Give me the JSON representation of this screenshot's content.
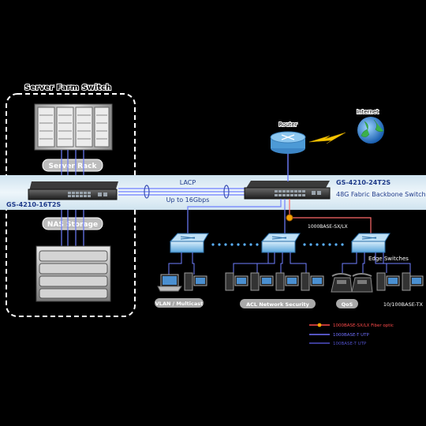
{
  "diagram": {
    "server_farm_title": "Server Farm Switch",
    "server_rack_label": "Server Rack",
    "nas_storage_label": "NAS Storage",
    "left_switch_model": "GS-4210-16T2S",
    "right_switch_model": "GS-4210-24T2S",
    "right_switch_desc": "48G Fabric Backbone Switch",
    "lacp_label": "LACP",
    "lacp_speed": "Up to 16Gbps",
    "router_label": "Router",
    "internet_label": "Internet",
    "fiber_label": "1000BASE-SX/LX",
    "edge_switches_label": "Edge Switches",
    "groups": [
      {
        "label": "VLAN / Multicast"
      },
      {
        "label": "ACL Network Security"
      },
      {
        "label": "QoS"
      },
      {
        "label": "10/100BASE-TX"
      }
    ],
    "legend": [
      {
        "label": "1000BASE-SX/LX Fiber optic",
        "color": "#ff4b4b"
      },
      {
        "label": "1000BASE-T UTP",
        "color": "#7070ff"
      },
      {
        "label": "100BASE-T UTP",
        "color": "#5050c8"
      }
    ]
  }
}
